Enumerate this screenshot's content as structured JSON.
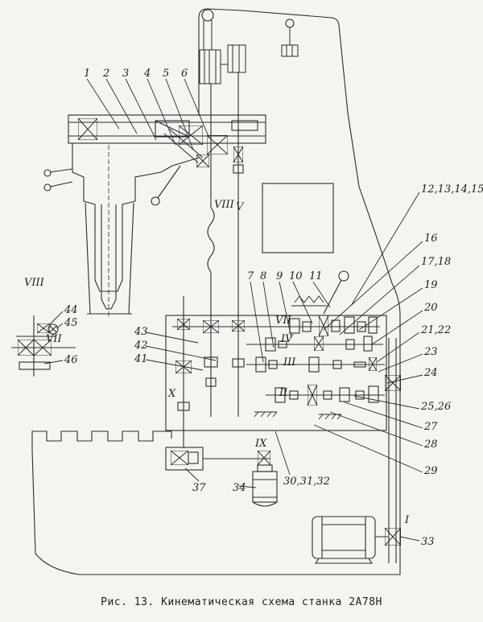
{
  "figure": {
    "caption": "Рис. 13. Кинематическая схема станка 2А78Н"
  },
  "callouts": {
    "top": [
      "1",
      "2",
      "3",
      "4",
      "5",
      "6"
    ],
    "gearbox_top": [
      "7",
      "8",
      "9",
      "10",
      "11"
    ],
    "right": [
      "12,13,14,15",
      "16",
      "17,18",
      "19",
      "20",
      "21,22",
      "23",
      "24",
      "25,26",
      "27",
      "28",
      "29"
    ],
    "bottom_right": [
      "33"
    ],
    "left_assembly": [
      "44",
      "45",
      "46"
    ],
    "left_gearbox": [
      "43",
      "42",
      "41"
    ],
    "bottom": [
      "37",
      "34",
      "30,31,32"
    ]
  },
  "shaft_labels": {
    "i": "I",
    "ii": "II",
    "iii": "III",
    "iv": "IV",
    "v": "V",
    "vii_box": "VII",
    "vii_left": "VII",
    "viii_top": "VIII",
    "viii_left": "VIII",
    "ix": "IX",
    "x": "X"
  },
  "colors": {
    "ink": "#2b2b2b",
    "paper": "#f5f4f0"
  }
}
